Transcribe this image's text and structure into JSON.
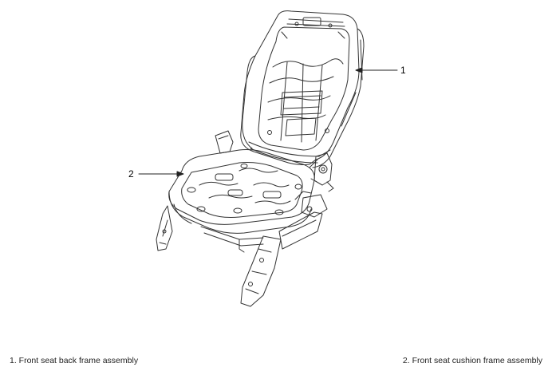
{
  "callouts": [
    {
      "number": "1"
    },
    {
      "number": "2"
    }
  ],
  "legend": [
    {
      "text": "1. Front seat back frame assembly"
    },
    {
      "text": "2. Front seat cushion frame assembly"
    }
  ],
  "colors": {
    "line": "#333333",
    "background": "#ffffff"
  }
}
